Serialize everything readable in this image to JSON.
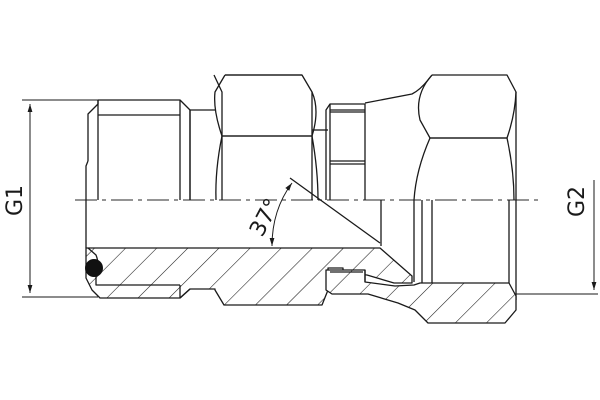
{
  "drawing": {
    "type": "technical cross-section",
    "subject": "straight swivel fitting / adapter with O-ring and 37° flare seat",
    "stroke_color": "#1a1a1a",
    "background_color": "#ffffff",
    "labels": {
      "left_dimension": "G1",
      "right_dimension": "G2",
      "angle": "37°"
    }
  }
}
